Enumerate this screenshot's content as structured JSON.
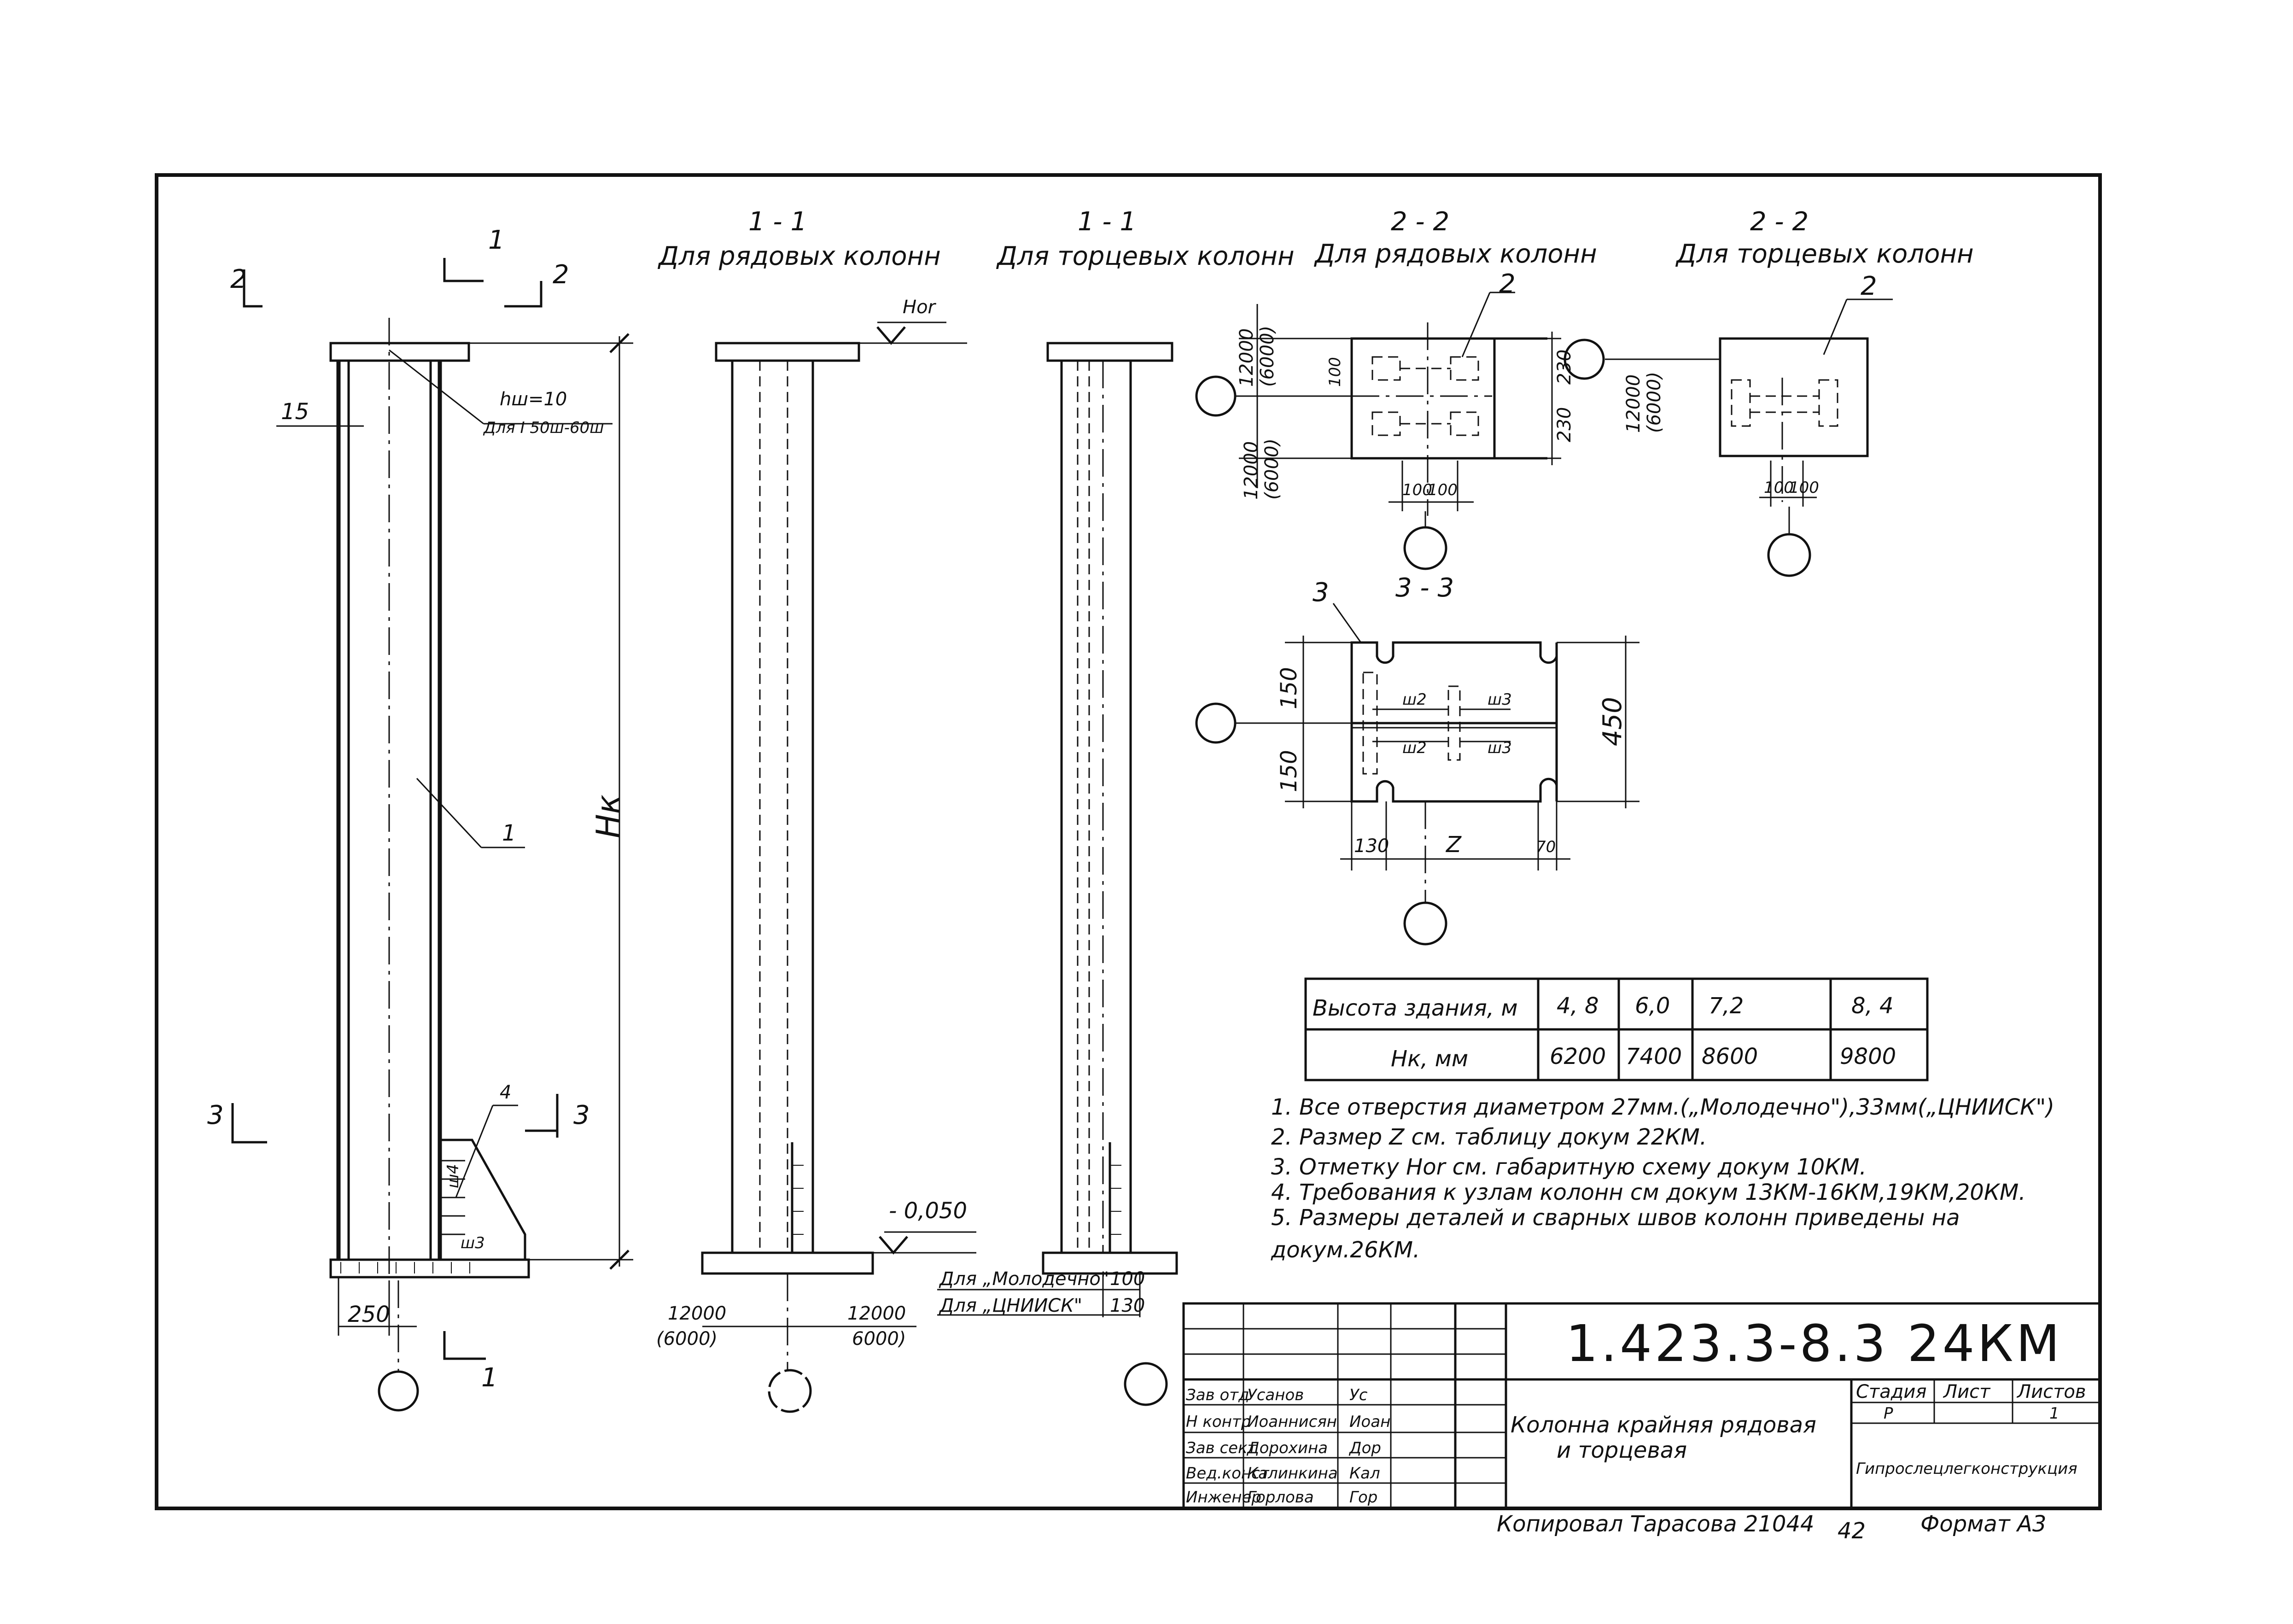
{
  "elevation": {
    "section_mark_1": "1",
    "section_mark_2": "2",
    "section_mark_3": "3",
    "dim_15": "15",
    "dim_250": "250",
    "weld_note_line1": "hш=10",
    "weld_note_line2": "Для I 50ш-60ш",
    "height_label": "Hк",
    "pos_1": "1",
    "pos_4": "4",
    "weld_w3": "ш3",
    "weld_w4": "ш4"
  },
  "section_1_1_row": {
    "mark": "1 - 1",
    "caption": "Для рядовых колонн",
    "hor_label": "Hor",
    "level_label": "- 0,050",
    "dim_left": "12000",
    "dim_left_alt": "(6000)",
    "dim_right": "12000",
    "dim_right_alt": "6000)"
  },
  "section_1_1_end": {
    "mark": "1 - 1",
    "caption": "Для торцевых колонн",
    "table_row1_label": "Для „Молодечно\"",
    "table_row1_value": "100",
    "table_row2_label": "Для „ЦНИИСК\"",
    "table_row2_value": "130"
  },
  "section_2_2_row": {
    "mark": "2 - 2",
    "caption": "Для рядовых колонн",
    "pos_2": "2",
    "dim_12000_top": "12000",
    "dim_6000_top": "(6000)",
    "dim_12000_bot": "12000",
    "dim_6000_bot": "(6000)",
    "dim_230a": "230",
    "dim_230b": "230",
    "dim_100a": "100",
    "dim_100b": "100",
    "dim_100v": "100"
  },
  "section_2_2_end": {
    "mark": "2 - 2",
    "caption": "Для торцевых колонн",
    "pos_2": "2",
    "dim_12000": "12000",
    "dim_6000": "(6000)",
    "dim_100a": "100",
    "dim_100b": "100"
  },
  "section_3_3": {
    "mark": "3 - 3",
    "pos_3": "3",
    "dim_150a": "150",
    "dim_150b": "150",
    "dim_450": "450",
    "dim_130": "130",
    "dim_z": "Z",
    "dim_70": "70",
    "weld_w2a": "ш2",
    "weld_w2b": "ш2",
    "weld_w3a": "ш3",
    "weld_w3b": "ш3"
  },
  "height_table": {
    "rows": [
      {
        "label": "Высота здания, м",
        "values": [
          "4, 8",
          "6,0",
          "7,2",
          "8, 4"
        ]
      },
      {
        "label": "Hк, мм",
        "values": [
          "6200",
          "7400",
          "8600",
          "9800"
        ]
      }
    ]
  },
  "notes": [
    "1. Все отверстия   диаметром 27мм.(„Молодечно\"),33мм(„ЦНИИСК\")",
    "2. Размер Z см. таблицу докум 22КМ.",
    "3. Отметку Hor  см.  габаритную схему докум 10КМ.",
    "4. Требования  к  узлам колонн см докум 13КМ-16КМ,19КМ,20КМ.",
    "5. Размеры деталей и сварных швов колонн приведены на",
    "докум.26КМ."
  ],
  "title_block": {
    "document_code": "1.423.3-8.3 24КМ",
    "title_line1": "Колонна крайняя рядовая",
    "title_line2": "и торцевая",
    "stage_header": "Стадия",
    "sheet_header": "Лист",
    "sheets_header": "Листов",
    "stage_value": "Р",
    "sheets_value": "1",
    "organization": "Гипрослецлегконструкция",
    "signatures": [
      {
        "role": "Зав отд",
        "name": "Усанов",
        "sign": "Ус"
      },
      {
        "role": "Н контр",
        "name": "Иоаннисян",
        "sign": "Иоан"
      },
      {
        "role": "Зав сект",
        "name": "Дорохина",
        "sign": "Дор"
      },
      {
        "role": "Вед.конст",
        "name": "Калинкина",
        "sign": "Кал"
      },
      {
        "role": "Инженер",
        "name": "Горлова",
        "sign": "Гор"
      }
    ]
  },
  "footer": {
    "copied_by": "Копировал  Тарасова  21044",
    "page_number": "42",
    "format": "Формат А3"
  }
}
